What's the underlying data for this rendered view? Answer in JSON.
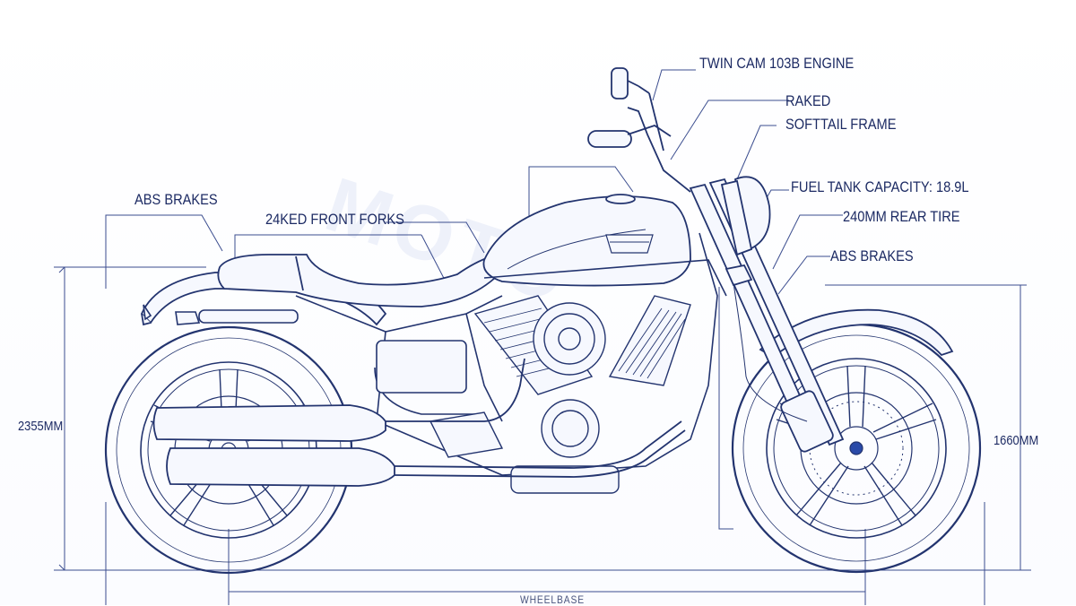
{
  "colors": {
    "ink": "#1c2a63",
    "line": "#23346f",
    "leader": "#3b4d8f",
    "fill": "#f6f8fe"
  },
  "labels": {
    "engine": "TWIN CAM 103B ENGINE",
    "raked": "RAKED",
    "softail_frame": "SOFTTAIL FRAME",
    "fuel_tank": "FUEL TANK CAPACITY: 18.9L",
    "rear_tire": "240MM REAR TIRE",
    "abs_brakes_right": "ABS BRAKES",
    "abs_brakes_left": "ABS BRAKES",
    "front_forks": "24KED FRONT FORKS"
  },
  "dimensions": {
    "overall_length": "2355MM",
    "seat_height": "1660MM",
    "wheelbase": "WHEELBASE"
  }
}
